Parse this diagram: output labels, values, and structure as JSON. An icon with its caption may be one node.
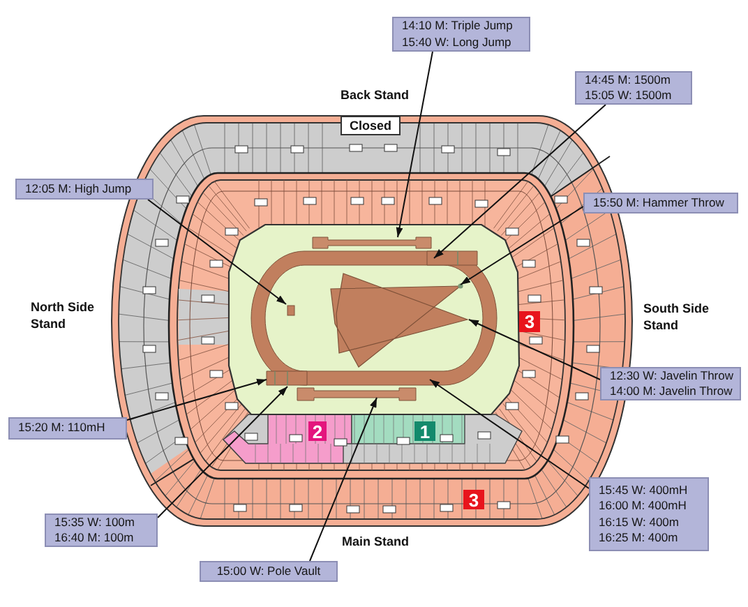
{
  "diagram": {
    "nodes": [
      {
        "text": [
          "14:10 M: Triple Jump",
          "15:40 W: Long Jump"
        ]
      },
      {
        "text": [
          "14:45 M: 1500m",
          "15:05 W: 1500m"
        ]
      },
      {
        "text": [
          "Closed"
        ]
      },
      {
        "text": [
          "12:05 M: High Jump"
        ]
      },
      {
        "text": [
          "15:50 M: Hammer Throw"
        ]
      },
      {
        "text": [
          "3"
        ]
      },
      {
        "text": [
          "12:30 W: Javelin Throw",
          "14:00 M: Javelin Throw"
        ]
      },
      {
        "text": [
          "15:20 M: 110mH"
        ]
      },
      {
        "text": [
          "2"
        ]
      },
      {
        "text": [
          "1"
        ]
      },
      {
        "text": [
          "15:45 W: 400mH",
          "16:00 M: 400mH",
          "16:15 W: 400m",
          "16:25 M: 400m"
        ]
      },
      {
        "text": [
          "3"
        ]
      },
      {
        "text": [
          "15:35 W: 100m",
          "16:40 M: 100m"
        ]
      },
      {
        "text": [
          "15:00 W: Pole Vault"
        ]
      }
    ],
    "edges": [
      {
        "from": 0,
        "to": null,
        "arrow": "to"
      },
      {
        "from": 1,
        "to": null,
        "arrow": "to"
      },
      {
        "from": 3,
        "to": null,
        "arrow": "to"
      },
      {
        "from": 4,
        "to": null,
        "arrow": "to"
      },
      {
        "from": 6,
        "to": null,
        "arrow": "to"
      },
      {
        "from": 7,
        "to": null,
        "arrow": "to"
      },
      {
        "from": 10,
        "to": null,
        "arrow": "to"
      },
      {
        "from": 12,
        "to": null,
        "arrow": "to"
      },
      {
        "from": 13,
        "to": null,
        "arrow": "to"
      }
    ],
    "labels": [
      "Back Stand",
      "North Side Stand",
      "South Side Stand",
      "Main Stand"
    ]
  }
}
